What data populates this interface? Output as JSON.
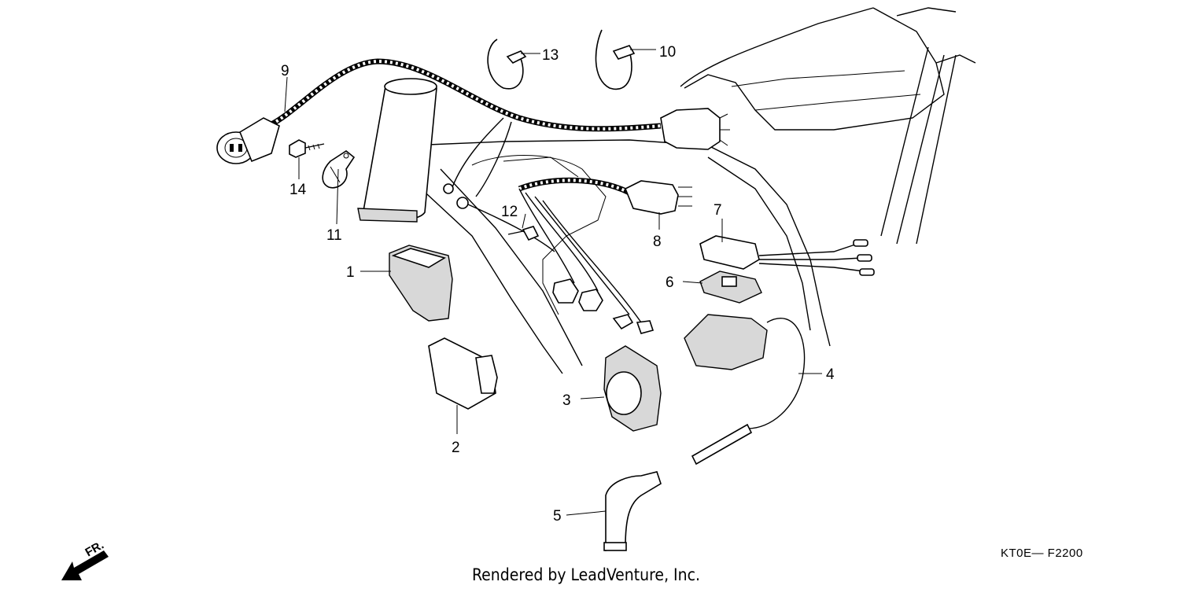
{
  "diagram": {
    "callouts": [
      {
        "id": "1",
        "label": "1"
      },
      {
        "id": "2",
        "label": "2"
      },
      {
        "id": "3",
        "label": "3"
      },
      {
        "id": "4",
        "label": "4"
      },
      {
        "id": "5",
        "label": "5"
      },
      {
        "id": "6",
        "label": "6"
      },
      {
        "id": "7",
        "label": "7"
      },
      {
        "id": "8",
        "label": "8"
      },
      {
        "id": "9",
        "label": "9"
      },
      {
        "id": "10",
        "label": "10"
      },
      {
        "id": "11",
        "label": "11"
      },
      {
        "id": "12",
        "label": "12"
      },
      {
        "id": "13",
        "label": "13"
      },
      {
        "id": "14",
        "label": "14"
      }
    ],
    "diagram_code": "KT0E— F2200",
    "front_label": "FR.",
    "credit": "Rendered by LeadVenture, Inc."
  }
}
